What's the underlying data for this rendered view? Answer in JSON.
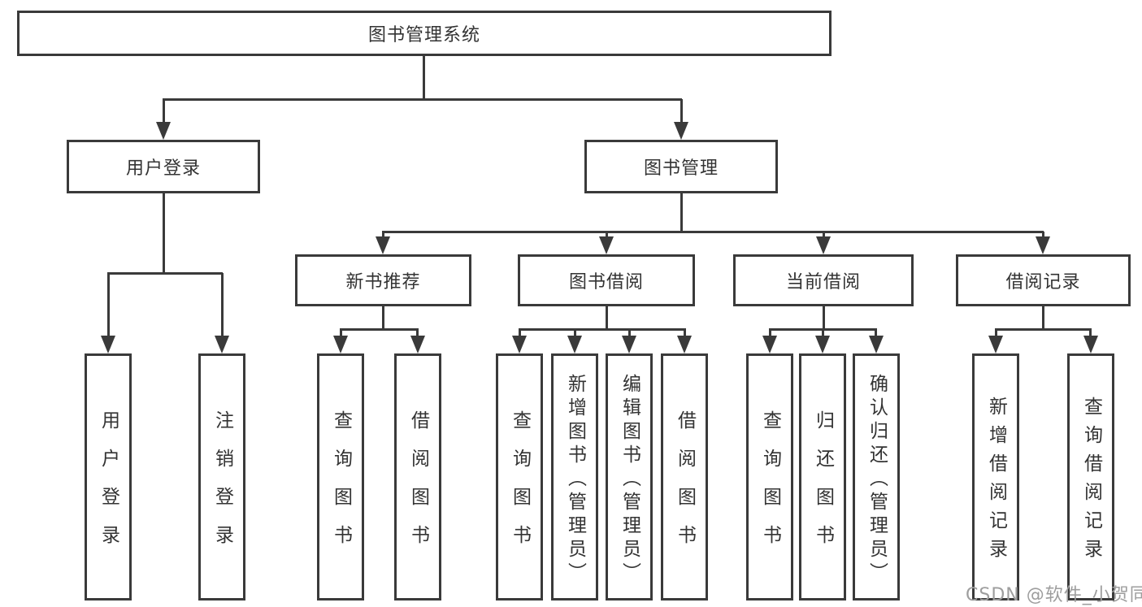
{
  "diagram": {
    "root": {
      "label": "图书管理系统"
    },
    "level2": {
      "user_login": {
        "label": "用户登录"
      },
      "book_management": {
        "label": "图书管理"
      }
    },
    "level3": {
      "new_book_recommend": {
        "label": "新书推荐"
      },
      "book_borrow": {
        "label": "图书借阅"
      },
      "current_borrow": {
        "label": "当前借阅"
      },
      "borrow_records": {
        "label": "借阅记录"
      }
    },
    "leaves": {
      "user_login": {
        "login": "用户登录",
        "logout": "注销登录"
      },
      "new_book_recommend": {
        "query_books": "查询图书",
        "borrow_books": "借阅图书"
      },
      "book_borrow": {
        "query_books": "查询图书",
        "add_books_admin": "新增图书（管理员）",
        "edit_books_admin": "编辑图书（管理员）",
        "borrow_books": "借阅图书"
      },
      "current_borrow": {
        "query_books": "查询图书",
        "return_books": "归还图书",
        "confirm_return_admin": "确认归还（管理员）"
      },
      "borrow_records": {
        "add_record": "新增借阅记录",
        "query_record": "查询借阅记录"
      }
    }
  },
  "watermark": "CSDN @软件_小贺同学",
  "colors": {
    "line": "#3a3a3a",
    "text": "#333333",
    "background": "#ffffff",
    "watermark": "#9e9e9e"
  }
}
